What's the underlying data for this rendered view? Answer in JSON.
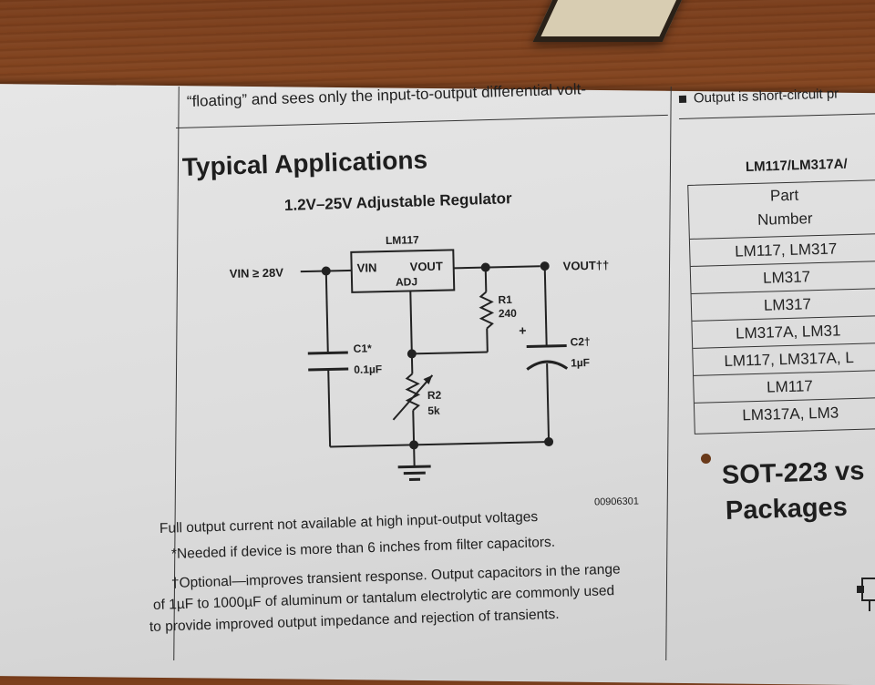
{
  "top_line_left": "“floating” and sees only the input-to-output differential volt-",
  "top_line_right": "Output is short-circuit pr",
  "section_title": "Typical Applications",
  "circuit": {
    "title": "1.2V–25V Adjustable Regulator",
    "ic_name": "LM117",
    "pin_vin": "VIN",
    "pin_vout": "VOUT",
    "pin_adj": "ADJ",
    "input_label": "VIN ≥ 28V",
    "output_label": "VOUT††",
    "r1_name": "R1",
    "r1_value": "240",
    "r2_name": "R2",
    "r2_value": "5k",
    "c1_name": "C1*",
    "c1_value": "0.1µF",
    "c2_name": "C2†",
    "c2_value": "1µF",
    "plus_sign": "+",
    "figure_id": "00906301"
  },
  "notes": [
    "Full output current not available at high input-output voltages",
    "*Needed if device is more than 6 inches from filter capacitors.",
    "†Optional—improves transient response. Output capacitors in the range",
    "of 1µF to 1000µF of aluminum or tantalum electrolytic are commonly used",
    "to provide improved output impedance and rejection of transients."
  ],
  "table": {
    "title": "LM117/LM317A/",
    "header_line1": "Part",
    "header_line2": "Number",
    "rows": [
      "LM117, LM317",
      "LM317",
      "LM317",
      "LM317A, LM31",
      "LM117, LM317A, L",
      "LM117",
      "LM317A, LM3"
    ]
  },
  "side_heading_line1": "SOT-223 vs",
  "side_heading_line2": "Packages"
}
